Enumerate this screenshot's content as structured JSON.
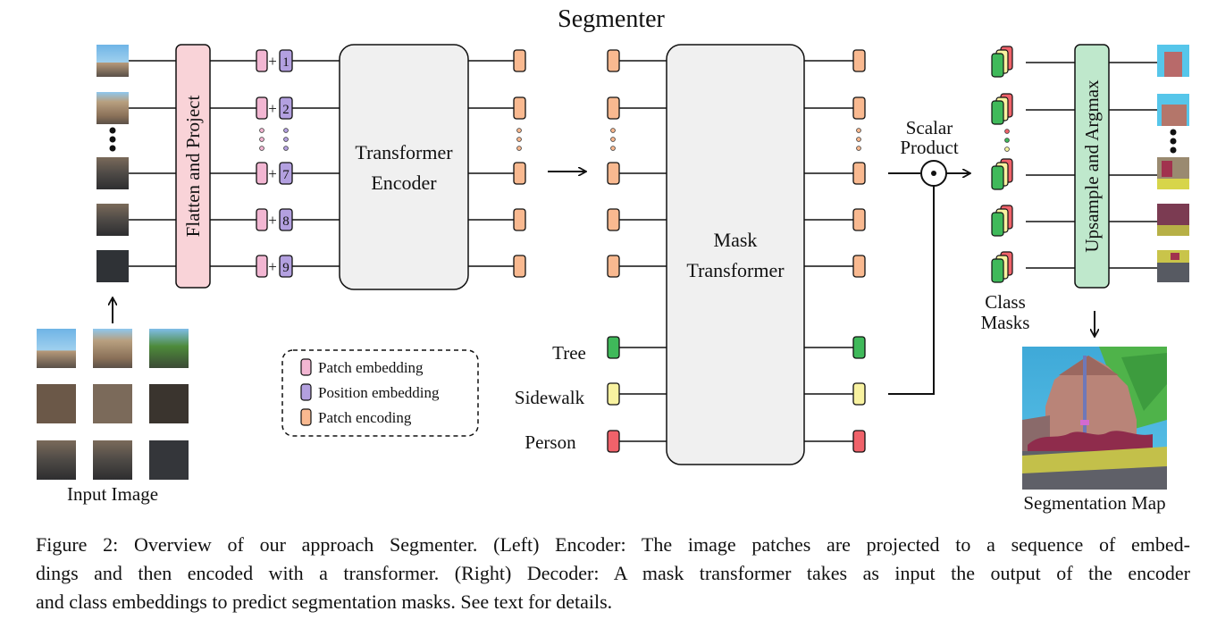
{
  "title": "Segmenter",
  "encoder": {
    "flatten_label": "Flatten and Project",
    "transformer_label": [
      "Transformer",
      "Encoder"
    ],
    "position_indices": [
      "1",
      "2",
      "7",
      "8",
      "9"
    ],
    "plus": "+"
  },
  "input_image_label": "Input Image",
  "legend": {
    "items": [
      {
        "label": "Patch embedding",
        "color": "#f2b6d2"
      },
      {
        "label": "Position embedding",
        "color": "#b3a0e0"
      },
      {
        "label": "Patch encoding",
        "color": "#f9b990"
      }
    ]
  },
  "decoder": {
    "mask_transformer_label": [
      "Mask",
      "Transformer"
    ],
    "classes": [
      {
        "label": "Tree",
        "color": "#3fb95a"
      },
      {
        "label": "Sidewalk",
        "color": "#f8f2a0"
      },
      {
        "label": "Person",
        "color": "#f0626a"
      }
    ],
    "scalar_product_label": [
      "Scalar",
      "Product"
    ],
    "class_masks_label": [
      "Class",
      "Masks"
    ],
    "upsample_label": "Upsample and Argmax",
    "segmentation_map_label": "Segmentation Map"
  },
  "colors": {
    "patch_embedding": "#f2b6d2",
    "position_embedding": "#b3a0e0",
    "patch_encoding": "#f9b990",
    "flatten_box": "#f9d3d8",
    "upsample_box": "#bfe8cc",
    "transformer_box": "#f0f0f0"
  },
  "caption": [
    "Figure 2: Overview of our approach Segmenter. (Left) Encoder: The image patches are projected to a sequence of embed-",
    "dings and then encoded with a transformer. (Right) Decoder: A mask transformer takes as input the output of the encoder",
    "and class embeddings to predict segmentation masks. See text for details."
  ]
}
